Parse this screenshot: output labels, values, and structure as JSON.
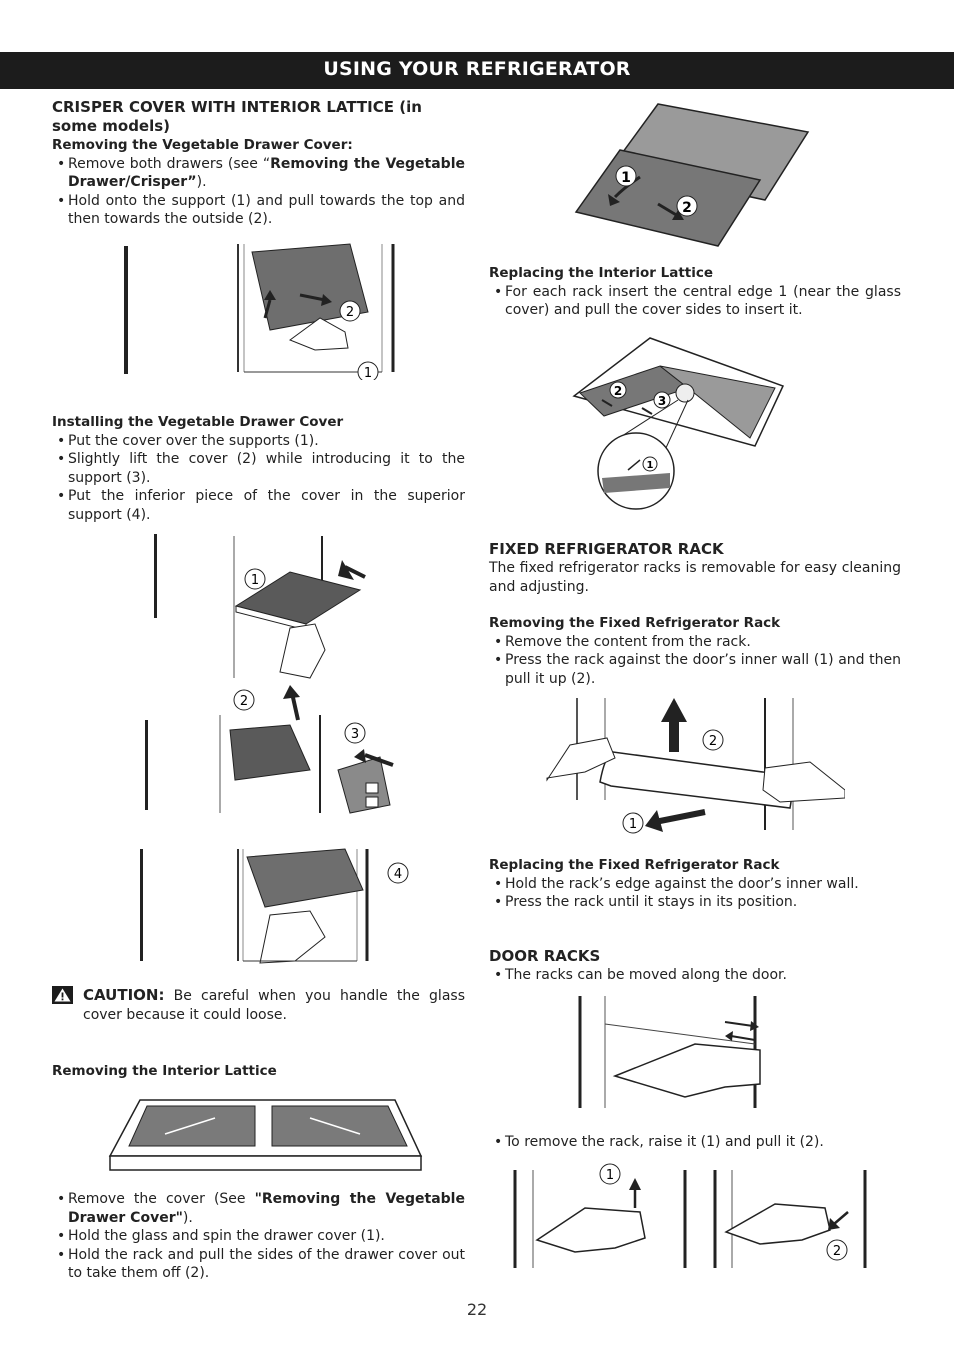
{
  "header": {
    "title": "USING YOUR REFRIGERATOR"
  },
  "crisper": {
    "title": "CRISPER COVER WITH INTERIOR LATTICE (in some models)",
    "removing_title": "Removing the Vegetable Drawer Cover:",
    "b1_pre": "Remove both drawers (see “",
    "b1_bold": "Removing the Vegetable Drawer/Crisper”",
    "b1_post": ").",
    "b2": "Hold onto the support (1) and pull towards the top and then towards the outside (2).",
    "installing_title": "Installing the Vegetable Drawer Cover",
    "i1": "Put the cover over the supports (1).",
    "i2": "Slightly lift the cover (2) while introducing it to the support (3).",
    "i3": "Put the inferior piece of the cover in the superior support (4).",
    "caution_label": "CAUTION:",
    "caution_text": " Be careful when you handle the glass cover because it could loose.",
    "lattice_title": "Removing the Interior Lattice",
    "l1_pre": "Remove the cover (See ",
    "l1_bold": "\"Removing the Vegetable Drawer Cover\"",
    "l1_post": ").",
    "l2": "Hold the glass and spin the drawer cover (1).",
    "l3": "Hold the rack and pull the sides of the drawer cover out to take them off (2)."
  },
  "replacing_lattice": {
    "title": "Replacing the Interior Lattice",
    "b1": "For each rack insert the central edge 1 (near the glass cover) and pull the cover sides to insert it."
  },
  "fixed_rack": {
    "title": "FIXED REFRIGERATOR RACK",
    "intro": "The fixed refrigerator racks is removable for easy cleaning and adjusting.",
    "removing_title": "Removing the Fixed Refrigerator Rack",
    "r1": "Remove the content from the rack.",
    "r2": "Press the rack against the door’s inner wall (1) and then pull it up (2).",
    "replacing_title": "Replacing the Fixed Refrigerator Rack",
    "p1": "Hold the rack’s edge against the door’s inner wall.",
    "p2": "Press the rack until it stays in its position."
  },
  "door_racks": {
    "title": "DOOR RACKS",
    "d1": "The racks can be moved along the door.",
    "d2": "To remove the rack, raise it (1) and pull it (2)."
  },
  "labels": {
    "n1": "1",
    "n2": "2",
    "n3": "3",
    "n4": "4"
  },
  "bullet": "•",
  "page_number": "22"
}
